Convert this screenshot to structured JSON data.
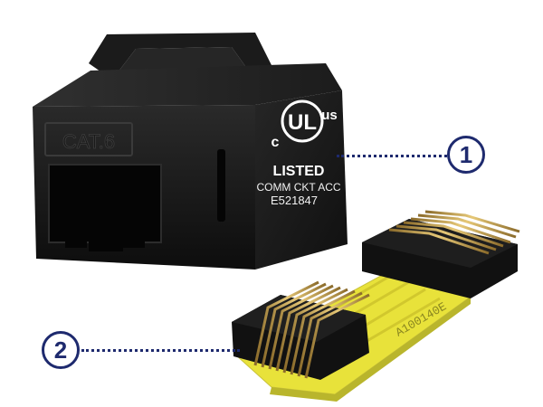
{
  "coupler": {
    "embossed_label": "CAT.6",
    "certification": {
      "mark_c": "c",
      "mark_ul": "UL",
      "mark_us": "us",
      "listed": "LISTED",
      "line1": "COMM CKT ACC",
      "line2": "E521847"
    }
  },
  "pcb": {
    "text": "A100140E"
  },
  "callouts": [
    {
      "number": "1"
    },
    {
      "number": "2"
    }
  ],
  "colors": {
    "callout": "#1e2a6e",
    "body": "#161616",
    "pcb": "#e8e23a",
    "pins": "#c9a24a"
  }
}
